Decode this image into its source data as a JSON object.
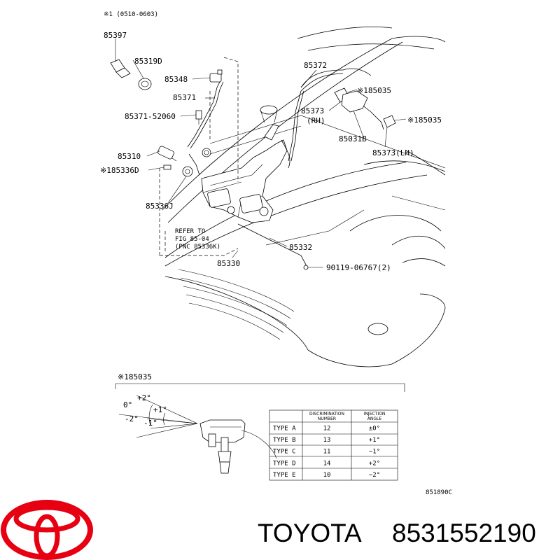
{
  "diagram": {
    "date_note": "※1  (0510-0603)",
    "callouts": [
      {
        "id": "c-85397",
        "text": "85397"
      },
      {
        "id": "c-85319d",
        "text": "85319D"
      },
      {
        "id": "c-85348",
        "text": "85348"
      },
      {
        "id": "c-85371",
        "text": "85371"
      },
      {
        "id": "c-85371-52060",
        "text": "85371-52060"
      },
      {
        "id": "c-85310",
        "text": "85310"
      },
      {
        "id": "c-185336d",
        "text": "※185336D"
      },
      {
        "id": "c-85336j",
        "text": "85336J"
      },
      {
        "id": "c-85372",
        "text": "85372"
      },
      {
        "id": "c-85035-top",
        "text": "※185035"
      },
      {
        "id": "c-85373",
        "text": "85373"
      },
      {
        "id": "c-rh",
        "text": "(RH)"
      },
      {
        "id": "c-85035-mid",
        "text": "※185035"
      },
      {
        "id": "c-85031b",
        "text": "85031B"
      },
      {
        "id": "c-85373lh",
        "text": "85373(LH)"
      },
      {
        "id": "c-85332",
        "text": "85332"
      },
      {
        "id": "c-85330",
        "text": "85330"
      },
      {
        "id": "c-90119",
        "text": "90119-06767(2)"
      },
      {
        "id": "c-refer1",
        "text": "REFER TO"
      },
      {
        "id": "c-refer2",
        "text": "FIG 85-04"
      },
      {
        "id": "c-refer3",
        "text": "(PNC 85336K)"
      }
    ],
    "detail_title": "※185035",
    "angles": [
      "0°",
      "+2°",
      "+1°",
      "-2°",
      "-1°"
    ],
    "figure_code": "851890C"
  },
  "table": {
    "headers": [
      "",
      "DISCRIMINATION NUMBER",
      "INJECTION ANGLE"
    ],
    "rows": [
      {
        "type": "TYPE A",
        "number": "12",
        "angle": "±0°"
      },
      {
        "type": "TYPE B",
        "number": "13",
        "angle": "+1°"
      },
      {
        "type": "TYPE C",
        "number": "11",
        "angle": "−1°"
      },
      {
        "type": "TYPE D",
        "number": "14",
        "angle": "+2°"
      },
      {
        "type": "TYPE E",
        "number": "10",
        "angle": "−2°"
      }
    ]
  },
  "footer": {
    "brand": "TOYOTA",
    "part_number": "8531552190",
    "logo_color": "#e60012"
  },
  "icons": {
    "logo": "toyota-logo-icon"
  }
}
